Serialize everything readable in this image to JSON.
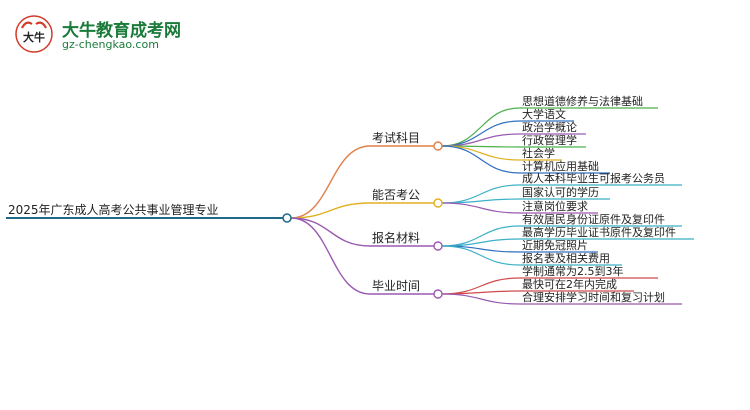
{
  "brand": {
    "name": "大牛教育成考网",
    "url": "gz-chengkao.com",
    "logo_glyph": "大牛"
  },
  "mindmap": {
    "root": "2025年广东成人高考公共事业管理专业",
    "colors": {
      "line": "#1f6a8a",
      "root_underline": "#1f6a8a",
      "branch": "#e0804a",
      "teal": "#3bb0c8",
      "green": "#4ab04a",
      "purple": "#9a5ab0",
      "red": "#d04a4a",
      "blue": "#3070c0",
      "yellow": "#e0b020",
      "node_fill": "#ffffff"
    },
    "branches": [
      {
        "label": "考试科目",
        "children": [
          "思想道德修养与法律基础",
          "大学语文",
          "政治学概论",
          "行政管理学",
          "社会学",
          "计算机应用基础"
        ]
      },
      {
        "label": "能否考公",
        "children": [
          "成人本科毕业生可报考公务员",
          "国家认可的学历",
          "注意岗位要求"
        ]
      },
      {
        "label": "报名材料",
        "children": [
          "有效居民身份证原件及复印件",
          "最高学历毕业证书原件及复印件",
          "近期免冠照片",
          "报名表及相关费用"
        ]
      },
      {
        "label": "毕业时间",
        "children": [
          "学制通常为2.5到3年",
          "最快可在2年内完成",
          "合理安排学习时间和复习计划"
        ]
      }
    ]
  }
}
